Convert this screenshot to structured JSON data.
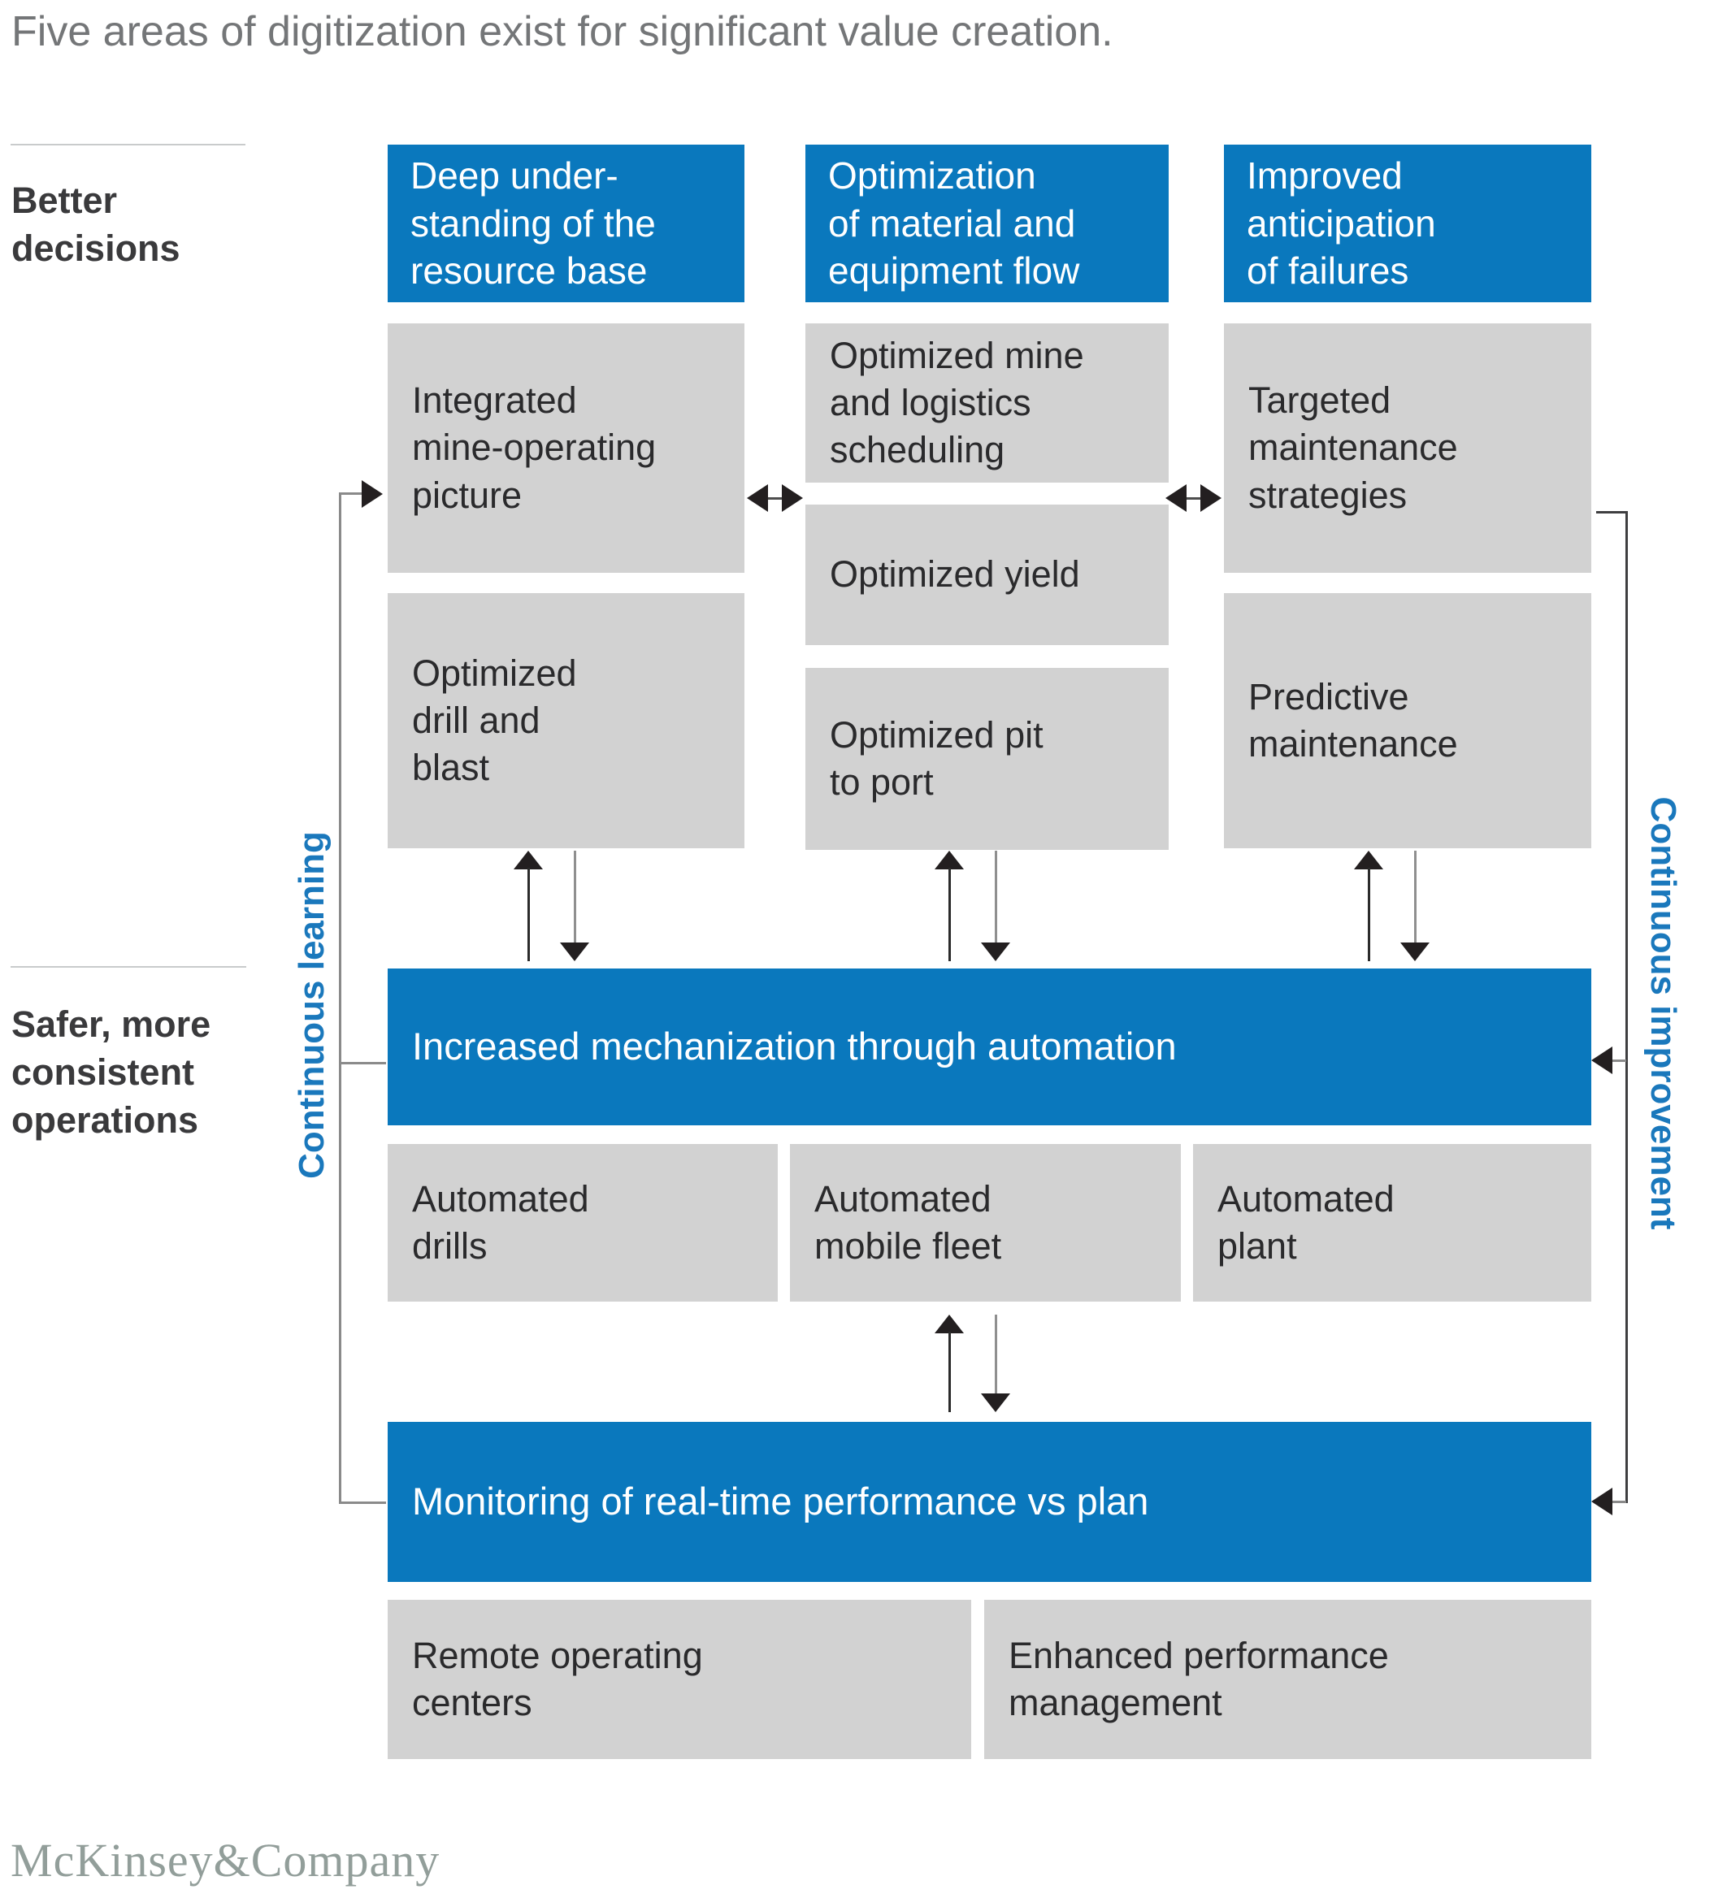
{
  "title": "Five areas of digitization exist for significant value creation.",
  "row_labels": [
    {
      "id": "better-decisions",
      "lines": [
        "Better",
        "decisions"
      ]
    },
    {
      "id": "safer-operations",
      "lines": [
        "Safer, more",
        "consistent",
        "operations"
      ]
    }
  ],
  "side_labels": {
    "left": "Continuous learning",
    "right": "Continuous improvement"
  },
  "columns": [
    {
      "header": [
        "Deep under-",
        "standing of the",
        "resource base"
      ],
      "boxes": [
        [
          "Integrated",
          "mine-operating",
          "picture"
        ],
        [
          "Optimized",
          "drill and",
          "blast"
        ]
      ]
    },
    {
      "header": [
        "Optimization",
        "of material and",
        "equipment flow"
      ],
      "boxes": [
        [
          "Optimized mine",
          "and logistics",
          "scheduling"
        ],
        [
          "Optimized yield"
        ],
        [
          "Optimized pit",
          "to port"
        ]
      ]
    },
    {
      "header": [
        "Improved",
        "anticipation",
        "of failures"
      ],
      "boxes": [
        [
          "Targeted",
          "maintenance",
          "strategies"
        ],
        [
          "Predictive",
          "maintenance"
        ]
      ]
    }
  ],
  "bars": [
    {
      "label": "Increased mechanization through automation"
    },
    {
      "label": "Monitoring of real-time performance vs plan"
    }
  ],
  "automation_row": [
    [
      "Automated",
      "drills"
    ],
    [
      "Automated",
      "mobile fleet"
    ],
    [
      "Automated",
      "plant"
    ]
  ],
  "bottom_row": [
    [
      "Remote operating",
      "centers"
    ],
    [
      "Enhanced performance",
      "management"
    ]
  ],
  "logo": "McKinsey&Company",
  "colors": {
    "accent_blue": "#0a78bd",
    "box_gray": "#d2d2d2",
    "label_blue": "#1a78bc",
    "title_gray": "#747678"
  }
}
